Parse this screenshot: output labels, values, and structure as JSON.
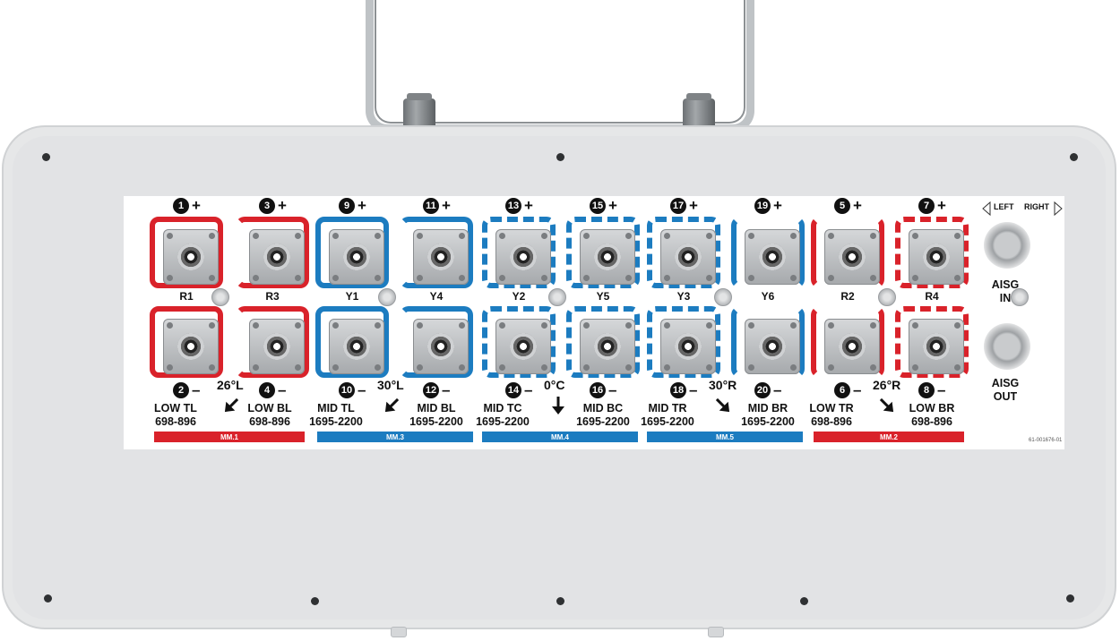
{
  "ports": [
    {
      "id": "R1",
      "num": "1",
      "sign": "+",
      "color": "#d9222a",
      "style": "solid",
      "label": "R1"
    },
    {
      "id": "R3",
      "num": "3",
      "sign": "+",
      "color": "#d9222a",
      "style": "half",
      "label": "R3"
    },
    {
      "id": "Y1",
      "num": "9",
      "sign": "+",
      "color": "#1c7cc0",
      "style": "solid",
      "label": "Y1"
    },
    {
      "id": "Y4",
      "num": "11",
      "sign": "+",
      "color": "#1c7cc0",
      "style": "half",
      "label": "Y4"
    },
    {
      "id": "Y2",
      "num": "13",
      "sign": "+",
      "color": "#1c7cc0",
      "style": "dash-long",
      "label": "Y2"
    },
    {
      "id": "Y5",
      "num": "15",
      "sign": "+",
      "color": "#1c7cc0",
      "style": "dash",
      "label": "Y5"
    },
    {
      "id": "Y3",
      "num": "17",
      "sign": "+",
      "color": "#1c7cc0",
      "style": "dash-fine",
      "label": "Y3"
    },
    {
      "id": "Y6",
      "num": "19",
      "sign": "+",
      "color": "#1c7cc0",
      "style": "sides",
      "label": "Y6"
    },
    {
      "id": "R2",
      "num": "5",
      "sign": "+",
      "color": "#d9222a",
      "style": "sides",
      "label": "R2"
    },
    {
      "id": "R4",
      "num": "7",
      "sign": "+",
      "color": "#d9222a",
      "style": "dash",
      "label": "R4"
    }
  ],
  "bottom_ports": [
    {
      "num": "2",
      "sign": "–"
    },
    {
      "num": "4",
      "sign": "–"
    },
    {
      "num": "10",
      "sign": "–"
    },
    {
      "num": "12",
      "sign": "–"
    },
    {
      "num": "14",
      "sign": "–"
    },
    {
      "num": "16",
      "sign": "–"
    },
    {
      "num": "18",
      "sign": "–"
    },
    {
      "num": "20",
      "sign": "–"
    },
    {
      "num": "6",
      "sign": "–"
    },
    {
      "num": "8",
      "sign": "–"
    }
  ],
  "groups": [
    {
      "deg": "26°L",
      "left": "LOW TL",
      "left_range": "698-896",
      "right": "LOW BL",
      "right_range": "698-896",
      "bar": "MM.1",
      "bar_color": "#d9222a"
    },
    {
      "deg": "30°L",
      "left": "MID TL",
      "left_range": "1695-2200",
      "right": "MID BL",
      "right_range": "1695-2200",
      "bar": "MM.3",
      "bar_color": "#1c7cc0"
    },
    {
      "deg": "0°C",
      "left": "MID TC",
      "left_range": "1695-2200",
      "right": "MID BC",
      "right_range": "1695-2200",
      "bar": "MM.4",
      "bar_color": "#1c7cc0"
    },
    {
      "deg": "30°R",
      "left": "MID TR",
      "left_range": "1695-2200",
      "right": "MID BR",
      "right_range": "1695-2200",
      "bar": "MM.5",
      "bar_color": "#1c7cc0"
    },
    {
      "deg": "26°R",
      "left": "LOW TR",
      "left_range": "698-896",
      "right": "LOW BR",
      "right_range": "698-896",
      "bar": "MM.2",
      "bar_color": "#d9222a"
    }
  ],
  "aisg": {
    "left": "LEFT",
    "right": "RIGHT",
    "in_label": "AISG",
    "in_sub": "IN",
    "out_label": "AISG",
    "out_sub": "OUT"
  },
  "part_number": "61-001676-01"
}
